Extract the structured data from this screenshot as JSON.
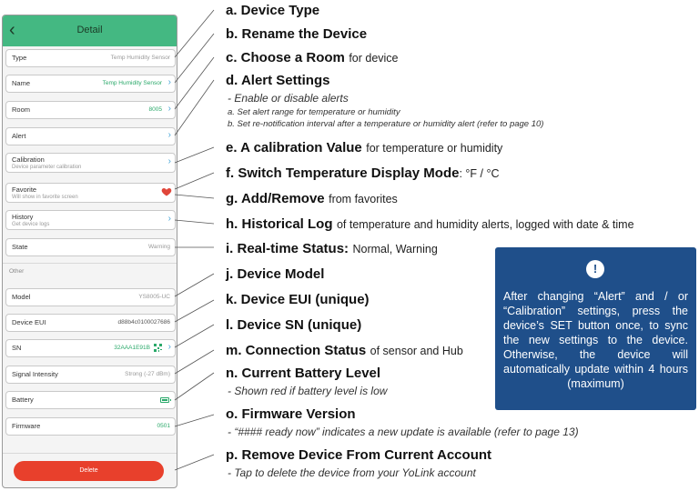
{
  "phone": {
    "title": "Detail",
    "rows": [
      {
        "label": "Type",
        "value": "Temp Humidity Sensor"
      },
      {
        "label": "Name",
        "value": "Temp Humidity Sensor"
      },
      {
        "label": "Room",
        "value": "8005"
      },
      {
        "label": "Alert"
      },
      {
        "label": "Calibration",
        "sub": "Device parameter calibration"
      },
      {
        "label": "Favorite",
        "sub": "Will show in favorite screen"
      },
      {
        "label": "History",
        "sub": "Get device logs"
      },
      {
        "label": "State",
        "value": "Warning"
      },
      {
        "label": "Model",
        "value": "YS8005-UC"
      },
      {
        "label": "Device EUI",
        "value": "d88b4c0100027686"
      },
      {
        "label": "SN",
        "value": "32AAA1E91B"
      },
      {
        "label": "Signal Intensity",
        "value": "Strong (-27 dBm)"
      },
      {
        "label": "Battery"
      },
      {
        "label": "Firmware",
        "value": "0501"
      }
    ],
    "section_other": "Other",
    "delete_label": "Delete"
  },
  "callouts": {
    "a": {
      "title": "a. Device Type"
    },
    "b": {
      "title": "b. Rename the Device"
    },
    "c": {
      "title": "c. Choose a Room",
      "desc": "for device"
    },
    "d": {
      "title": "d. Alert Settings",
      "note": "- Enable or disable alerts",
      "sub1": "a. Set alert range for temperature or humidity",
      "sub2": "b. Set re-notification interval after a temperature or humidity alert (refer to page 10)"
    },
    "e": {
      "title": "e. A calibration Value",
      "desc": "for temperature or humidity"
    },
    "f": {
      "title": "f. Switch Temperature Display Mode",
      "desc": ": °F / °C"
    },
    "g": {
      "title": "g. Add/Remove",
      "desc": "from favorites"
    },
    "h": {
      "title": "h. Historical Log",
      "desc": "of temperature and humidity alerts, logged with date & time"
    },
    "i": {
      "title": "i. Real-time Status:",
      "desc": "Normal, Warning"
    },
    "j": {
      "title": "j. Device Model"
    },
    "k": {
      "title": "k. Device EUI (unique)"
    },
    "l": {
      "title": "l. Device SN (unique)"
    },
    "m": {
      "title": "m. Connection Status",
      "desc": "of sensor and Hub"
    },
    "n": {
      "title": "n. Current Battery Level",
      "note": "- Shown red if battery level is low"
    },
    "o": {
      "title": "o. Firmware Version",
      "note": "- “#### ready now” indicates a new update is available (refer to page 13)"
    },
    "p": {
      "title": "p. Remove Device From Current Account",
      "note": "- Tap to delete the device from your YoLink account"
    }
  },
  "info_box": {
    "icon": "!",
    "text": "After changing “Alert” and / or “Calibration” settings, press the device’s SET button once, to sync the new settings to the device. Otherwise, the device will automatically update within 4 hours (maximum)"
  },
  "colors": {
    "header": "#44b882",
    "accent_green": "#2aa96a",
    "chevron": "#44a5d8",
    "delete": "#e8402c",
    "info_bg": "#1f4f8a",
    "heart": "#e0463a"
  }
}
